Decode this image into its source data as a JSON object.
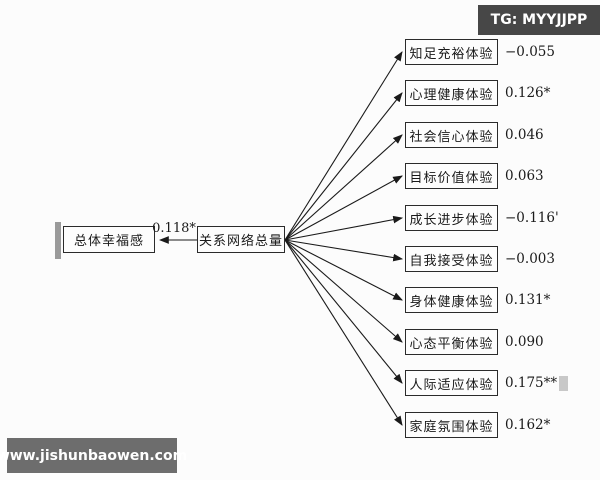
{
  "badges": {
    "telegram": "TG: MYYJJPP",
    "website": "www.jishunbaowen.com"
  },
  "diagram": {
    "left_node": {
      "label": "总体幸福感"
    },
    "center_node": {
      "label": "关系网络总量"
    },
    "path_coefficient": "0.118*",
    "outcomes": [
      {
        "label": "知足充裕体验",
        "value": "−0.055"
      },
      {
        "label": "心理健康体验",
        "value": "0.126*"
      },
      {
        "label": "社会信心体验",
        "value": "0.046"
      },
      {
        "label": "目标价值体验",
        "value": "0.063"
      },
      {
        "label": "成长进步体验",
        "value": "−0.116'"
      },
      {
        "label": "自我接受体验",
        "value": "−0.003"
      },
      {
        "label": "身体健康体验",
        "value": "0.131*"
      },
      {
        "label": "心态平衡体验",
        "value": "0.090"
      },
      {
        "label": "人际适应体验",
        "value": "0.175**",
        "artifact": true
      },
      {
        "label": "家庭氛围体验",
        "value": "0.162*"
      }
    ]
  },
  "colors": {
    "line": "#1a1a1a",
    "box_border": "#2b2b2b",
    "badge_dark": "#474747",
    "badge_gray": "#6d6d6d",
    "bar_gray": "#9a9a9a",
    "artifact_gray": "#c8c8c8",
    "background": "#fcfcfc"
  }
}
